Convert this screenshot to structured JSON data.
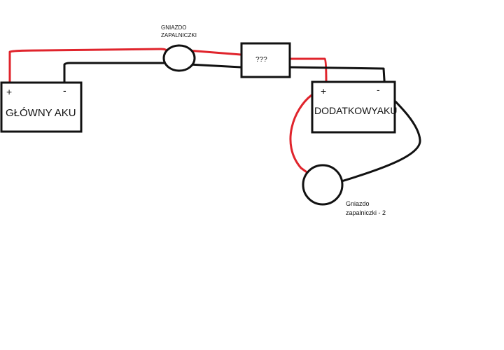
{
  "colors": {
    "positive_wire": "#e0242c",
    "negative_wire": "#111111",
    "outline": "#111111",
    "positive_sign": "#e0242c"
  },
  "main_battery": {
    "label": "GŁÓWNY AKU",
    "plus": "+",
    "minus": "-"
  },
  "extra_battery": {
    "label": "DODATKOWYAKU",
    "plus": "+",
    "minus": "-"
  },
  "socket_top": {
    "label_line1": "GNIAZDO",
    "label_line2": "ZAPALNICZKI"
  },
  "unknown_device": {
    "label": "???"
  },
  "socket_bottom": {
    "label_line1": "Gniazdo",
    "label_line2": "zapalniczki - 2"
  }
}
